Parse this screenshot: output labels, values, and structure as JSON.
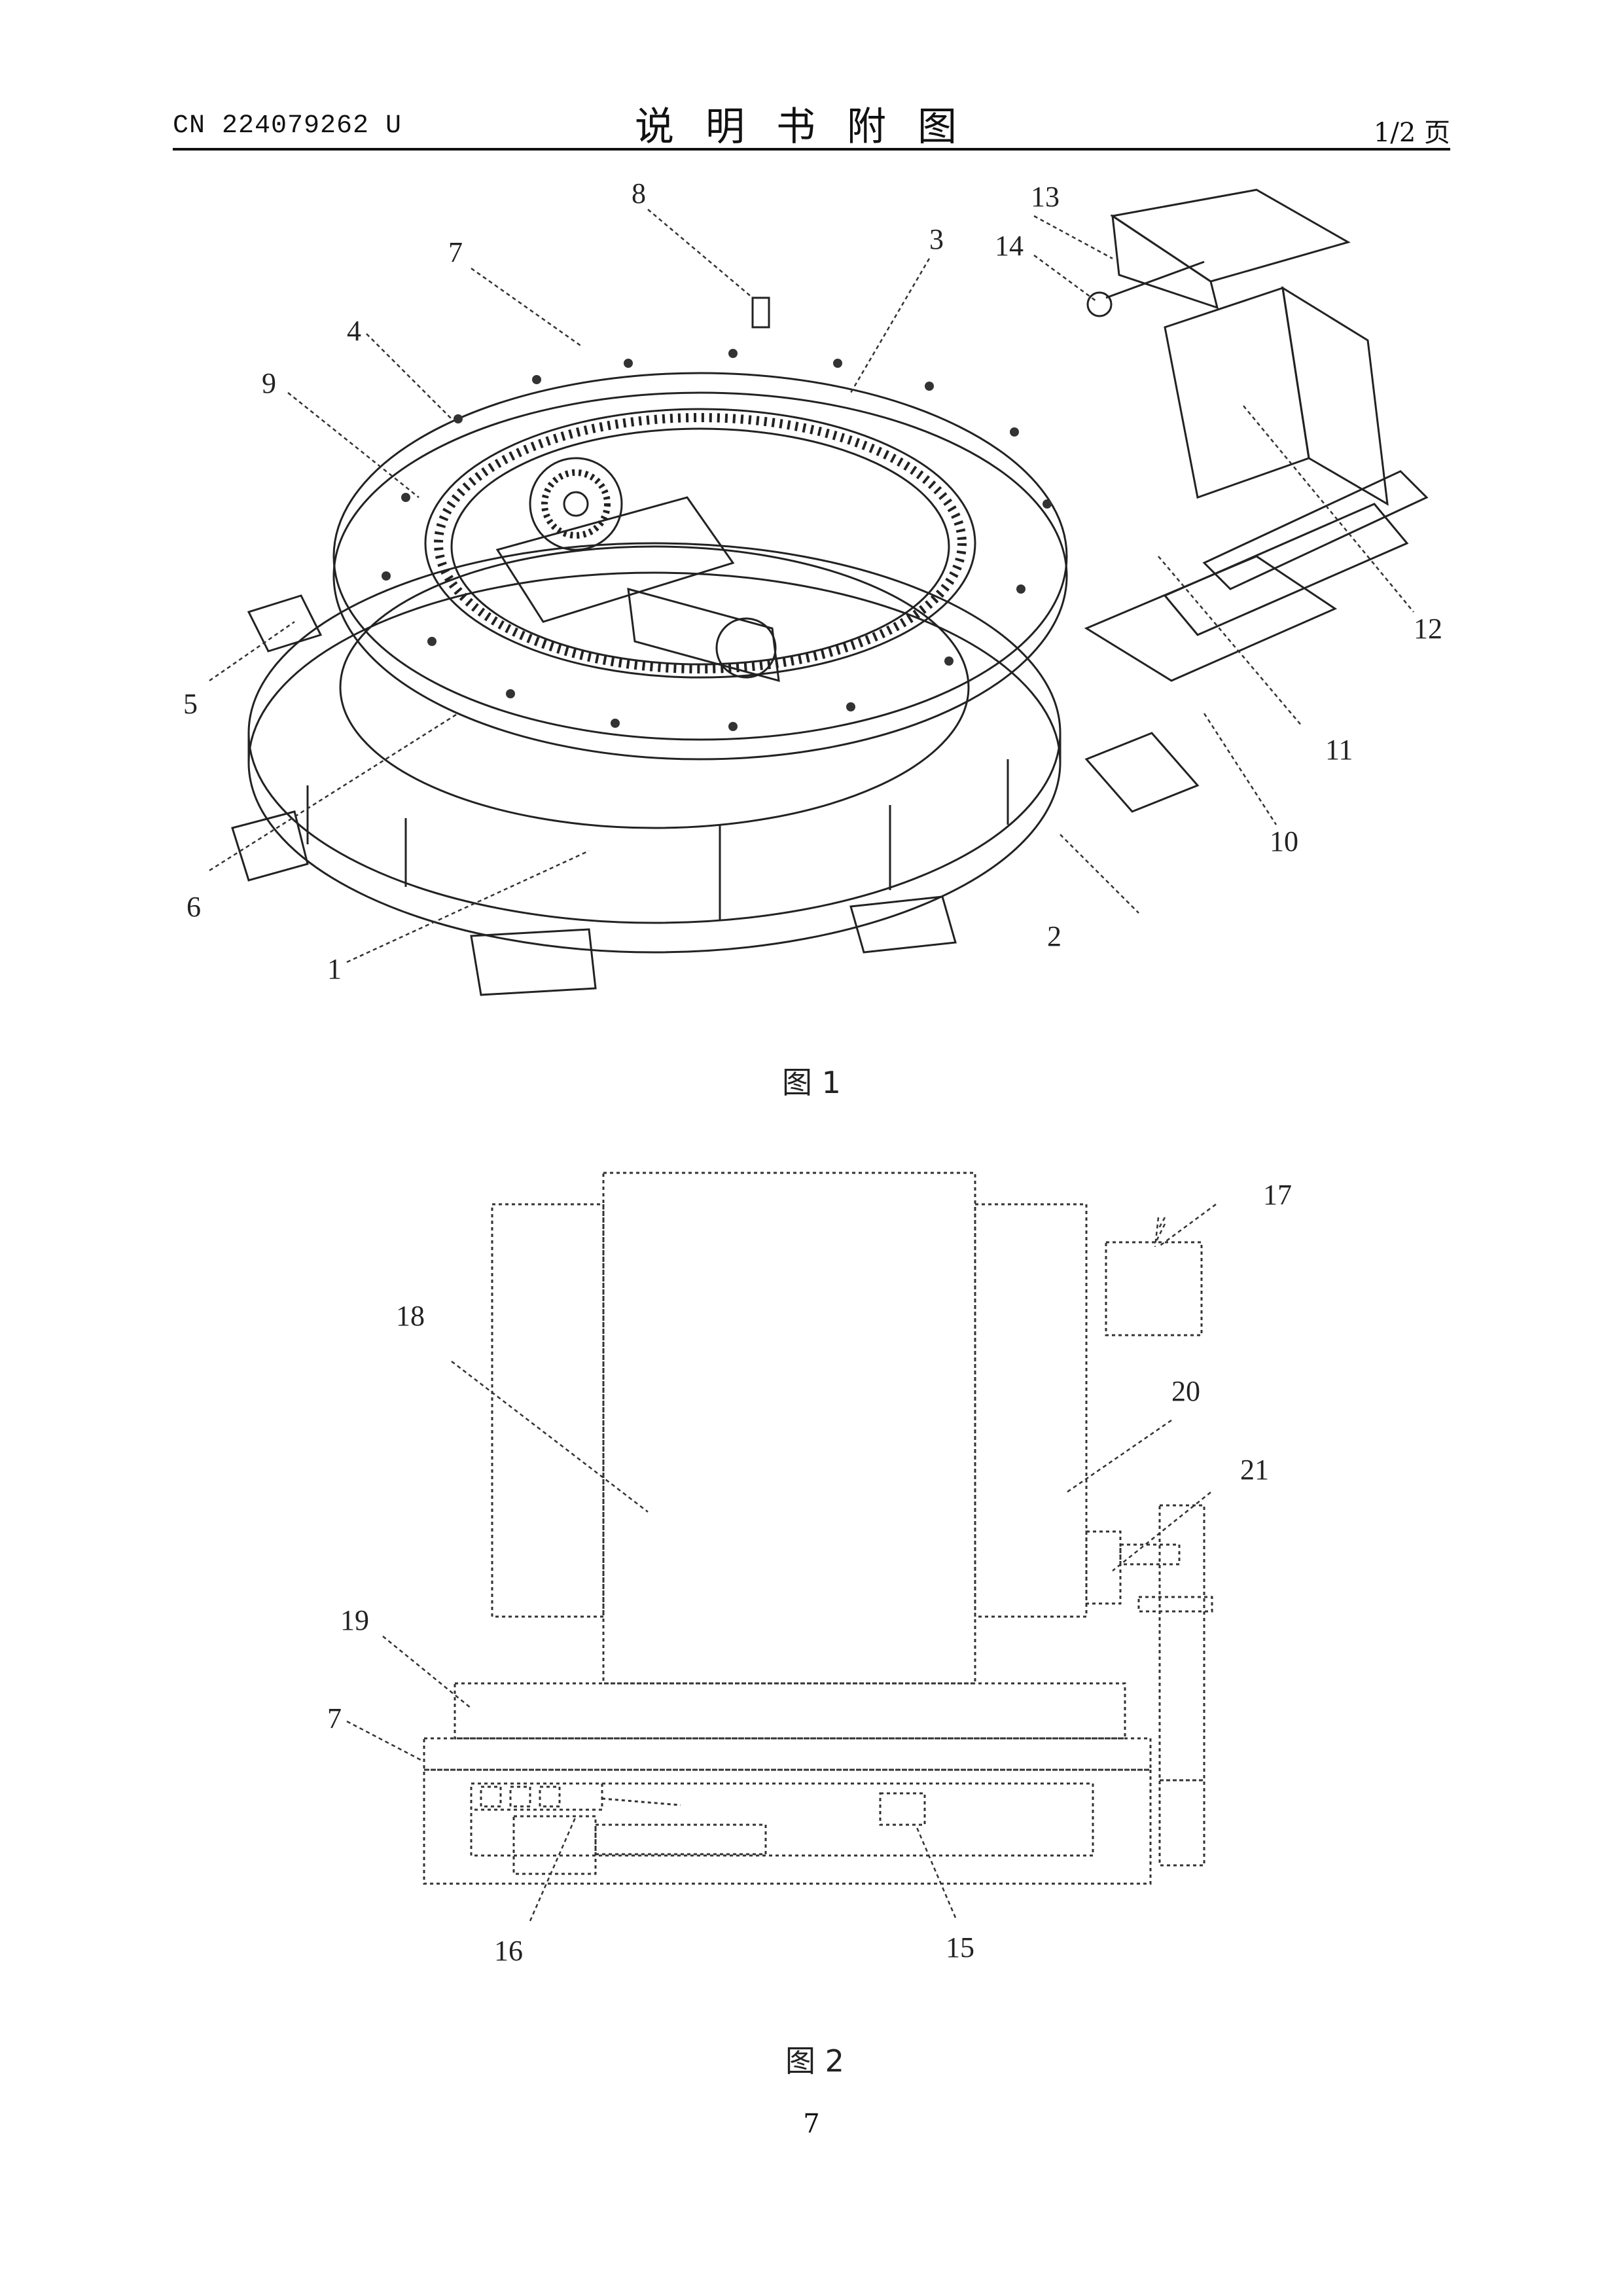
{
  "header": {
    "pub_number": "CN 224079262 U",
    "title": "说明书附图",
    "page_of": "1/2 页"
  },
  "figure1": {
    "caption": "图 1",
    "labels": [
      "1",
      "2",
      "3",
      "4",
      "5",
      "6",
      "7",
      "8",
      "9",
      "10",
      "11",
      "12",
      "13",
      "14"
    ]
  },
  "figure2": {
    "caption": "图 2",
    "labels": [
      "7",
      "15",
      "16",
      "17",
      "18",
      "19",
      "20",
      "21"
    ]
  },
  "footer": {
    "page_number": "7"
  }
}
